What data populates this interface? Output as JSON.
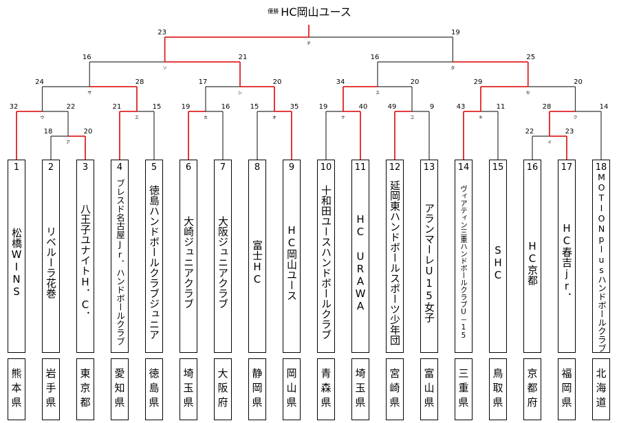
{
  "winner": {
    "label": "優勝",
    "name": "HC岡山ユース"
  },
  "teams": [
    {
      "num": "1",
      "name": "松橋WINS",
      "pref": "熊本県"
    },
    {
      "num": "2",
      "name": "リベルーラ花巻",
      "pref": "岩手県"
    },
    {
      "num": "3",
      "name": "八王子ユナイトH．C．",
      "pref": "東京都"
    },
    {
      "num": "4",
      "name": "ブレスド名古屋Jr．ハンドボールクラブ",
      "pref": "愛知県"
    },
    {
      "num": "5",
      "name": "徳島ハンドボールクラブジュニア",
      "pref": "徳島県"
    },
    {
      "num": "6",
      "name": "大崎ジュニアクラブ",
      "pref": "埼玉県"
    },
    {
      "num": "7",
      "name": "大阪ジュニアクラブ",
      "pref": "大阪府"
    },
    {
      "num": "8",
      "name": "富士HC",
      "pref": "静岡県"
    },
    {
      "num": "9",
      "name": "HC岡山ユース",
      "pref": "岡山県"
    },
    {
      "num": "10",
      "name": "十和田ユースハンドボールクラブ",
      "pref": "青森県"
    },
    {
      "num": "11",
      "name": "HC URAWA",
      "pref": "埼玉県"
    },
    {
      "num": "12",
      "name": "延岡東ハンドボールスポーツ少年団",
      "pref": "宮崎県"
    },
    {
      "num": "13",
      "name": "アランマーレU15女子",
      "pref": "富山県"
    },
    {
      "num": "14",
      "name": "ヴィアティン三重ハンドボールクラブU－15",
      "pref": "三重県"
    },
    {
      "num": "15",
      "name": "SHC",
      "pref": "鳥取県"
    },
    {
      "num": "16",
      "name": "HC京都",
      "pref": "京都府"
    },
    {
      "num": "17",
      "name": "HC春吉jr．",
      "pref": "福岡県"
    },
    {
      "num": "18",
      "name": "MOTIONplusハンドボールクラブ",
      "pref": "北海道"
    }
  ],
  "matches": [
    {
      "label": "ア",
      "scores": [
        "18",
        "20"
      ]
    },
    {
      "label": "イ",
      "scores": [
        "22",
        "23"
      ]
    },
    {
      "label": "ウ",
      "scores": [
        "32",
        "22"
      ]
    },
    {
      "label": "エ",
      "scores": [
        "21",
        "15"
      ]
    },
    {
      "label": "オ",
      "scores": [
        "15",
        "35"
      ]
    },
    {
      "label": "カ",
      "scores": [
        "19",
        "16"
      ]
    },
    {
      "label": "キ",
      "scores": [
        "43",
        "11"
      ]
    },
    {
      "label": "ク",
      "scores": [
        "28",
        "14"
      ]
    },
    {
      "label": "ケ",
      "scores": [
        "19",
        "40"
      ]
    },
    {
      "label": "コ",
      "scores": [
        "49",
        "9"
      ]
    },
    {
      "label": "サ",
      "scores": [
        "24",
        "28"
      ]
    },
    {
      "label": "シ",
      "scores": [
        "17",
        "20"
      ]
    },
    {
      "label": "ス",
      "scores": [
        "34",
        "20"
      ]
    },
    {
      "label": "セ",
      "scores": [
        "29",
        "20"
      ]
    },
    {
      "label": "ソ",
      "scores": [
        "16",
        "21"
      ]
    },
    {
      "label": "タ",
      "scores": [
        "16",
        "25"
      ]
    },
    {
      "label": "チ",
      "scores": [
        "23",
        "19"
      ]
    }
  ],
  "colors": {
    "winner_line": "#e02020",
    "line": "#333333"
  }
}
